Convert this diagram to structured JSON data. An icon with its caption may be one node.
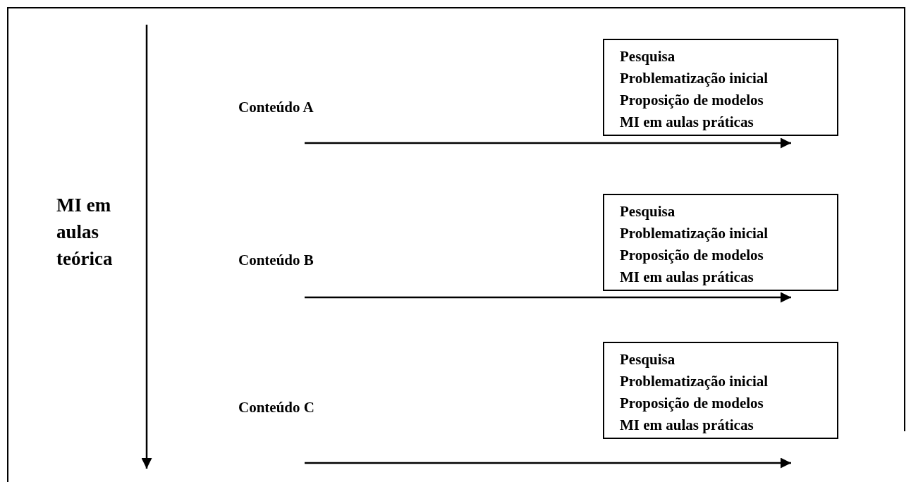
{
  "diagram": {
    "nodes": [
      {
        "text": [
          "Conteúdo A"
        ]
      },
      {
        "text": [
          "Pesquisa",
          "Problematização inicial",
          "Proposição de modelos",
          "MI em aulas práticas"
        ]
      },
      {
        "text": [
          "Conteúdo B"
        ]
      },
      {
        "text": [
          "Pesquisa",
          "Problematização inicial",
          "Proposição de modelos",
          "MI em aulas práticas"
        ]
      },
      {
        "text": [
          "Conteúdo C"
        ]
      },
      {
        "text": [
          "Pesquisa",
          "Problematização inicial",
          "Proposição de modelos",
          "MI em aulas práticas"
        ]
      }
    ],
    "edges": [
      {
        "from": 0,
        "to": 1,
        "arrow": "to"
      },
      {
        "from": 2,
        "to": 3,
        "arrow": "to"
      },
      {
        "from": 4,
        "to": 5,
        "arrow": "to"
      }
    ],
    "labels": [
      "MI em aulas teórica"
    ]
  }
}
